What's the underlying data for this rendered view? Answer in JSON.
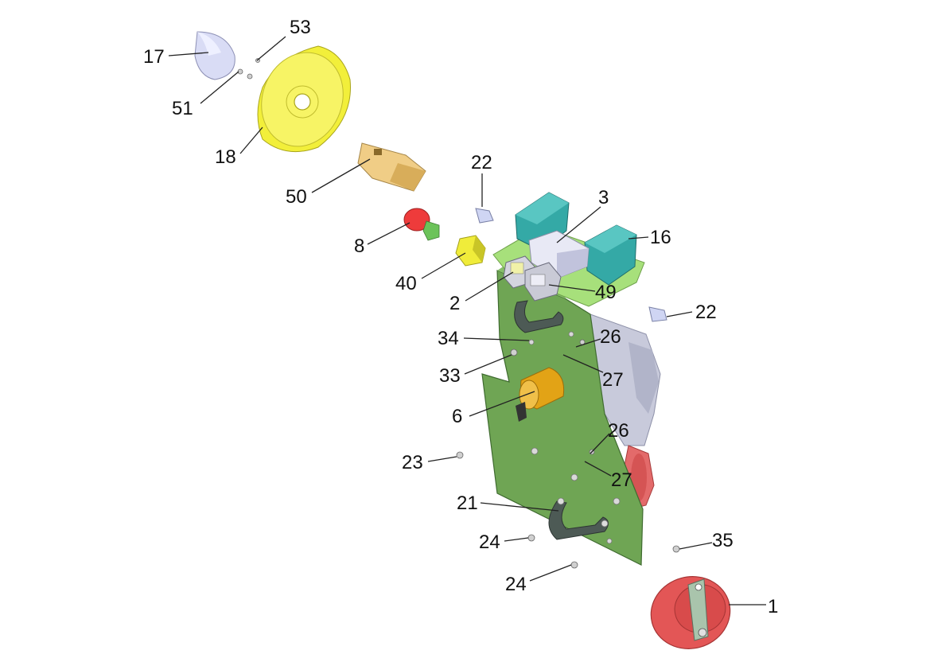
{
  "diagram": {
    "type": "exploded-parts-view",
    "labels": [
      "53",
      "17",
      "51",
      "18",
      "50",
      "22",
      "3",
      "16",
      "8",
      "40",
      "2",
      "49",
      "22",
      "34",
      "26",
      "33",
      "27",
      "6",
      "26",
      "23",
      "27",
      "21",
      "24",
      "35",
      "24",
      "1"
    ],
    "part_colors": {
      "knob": "#d9dcf5",
      "gear_wheel": "#f2ef3a",
      "block": "#f0cd86",
      "green_board": "#6fa554",
      "light_green_pcb": "#a7e07b",
      "teal_connector": "#34a9a6",
      "red_lamp": "#ee3b3b",
      "gold_lock": "#e2a316",
      "red_motor": "#e35656",
      "grey_housing": "#c4c6d8",
      "dark_strap": "#4d5a55"
    }
  }
}
